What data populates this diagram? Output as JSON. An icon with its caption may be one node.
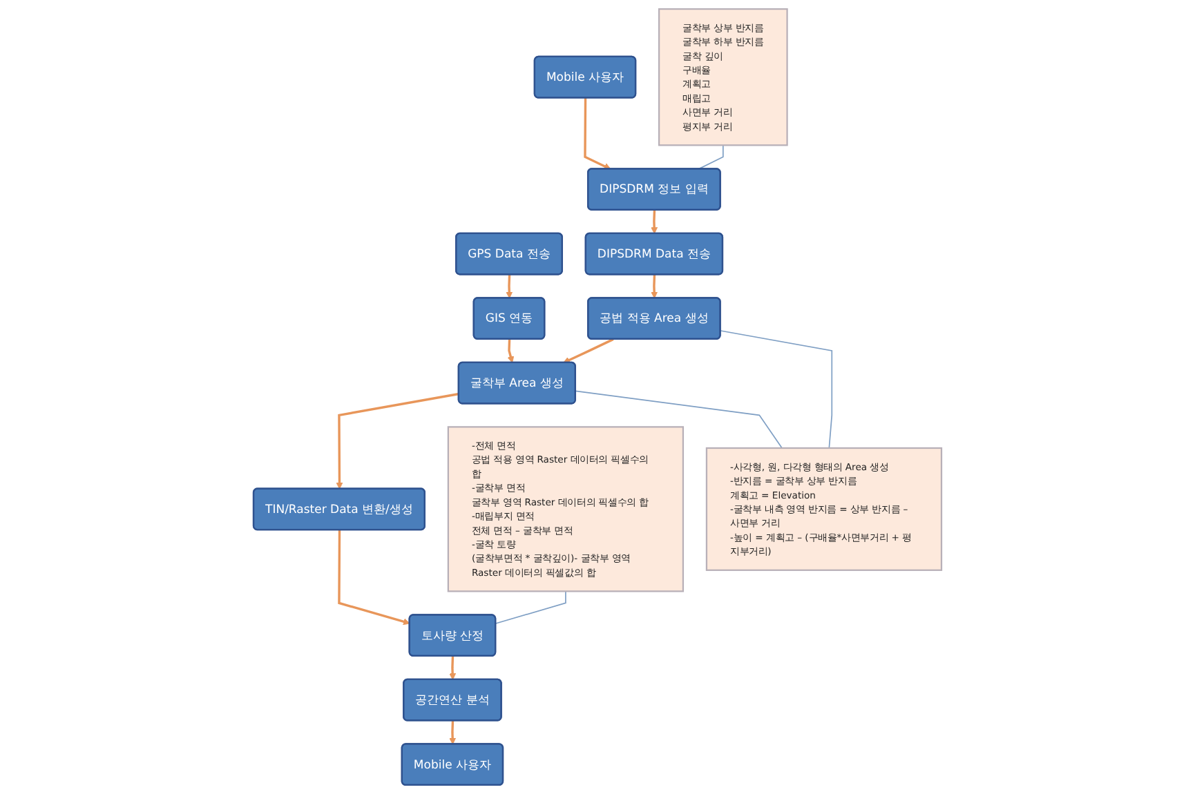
{
  "diagram": {
    "nodes": [
      {
        "text": [
          "굴착부 상부 반지름",
          "굴착부 하부 반지름",
          "굴착 깊이",
          "구배율",
          "계획고",
          "매립고",
          "사면부 거리",
          "평지부 거리"
        ]
      },
      {
        "text": [
          "DIPSDRM 정보 입력"
        ]
      },
      {
        "text": [
          "Mobile 사용자"
        ]
      },
      {
        "text": [
          "GPS Data 전송"
        ]
      },
      {
        "text": [
          "DIPSDRM Data 전송"
        ]
      },
      {
        "text": [
          "공법 적용 Area 생성"
        ]
      },
      {
        "text": [
          "-사각형, 원, 다각형 형태의 Area 생성",
          "-반지름 = 굴착부 상부 반지름",
          "계획고 = Elevation",
          "-굴착부 내측 영역 반지름 = 상부 반지름 – 사면부 거리",
          "-높이 = 계획고 – (구배율*사면부거리 + 평지부거리)"
        ]
      },
      {
        "text": [
          "GIS 연동"
        ]
      },
      {
        "text": [
          "굴착부 Area 생성"
        ]
      },
      {
        "text": [
          "-전체 면적",
          "공법 적용 영역 Raster 데이터의 픽셀수의 합",
          "-굴착부 면적",
          "굴착부 영역 Raster 데이터의 픽셀수의 합",
          "-매립부지 면적",
          "전체 면적 – 굴착부 면적",
          "-굴착 토량",
          "(굴착부면적 * 굴착깊이)- 굴착부 영역 Raster 데이터의 픽셀값의 합"
        ]
      },
      {
        "text": [
          "TIN/Raster Data 변환/생성"
        ]
      },
      {
        "text": [
          "토사량 산정"
        ]
      },
      {
        "text": [
          "공간연산 분석"
        ]
      },
      {
        "text": [
          "Mobile 사용자"
        ]
      }
    ],
    "edges": [
      {
        "from": 0,
        "to": 1,
        "arrow": "none",
        "color": "#7f9fc4"
      },
      {
        "from": 2,
        "to": 1,
        "arrow": "to"
      },
      {
        "from": 1,
        "to": 4,
        "arrow": "to"
      },
      {
        "from": 3,
        "to": 7,
        "arrow": "to"
      },
      {
        "from": 4,
        "to": 5,
        "arrow": "to"
      },
      {
        "from": 5,
        "to": 6,
        "arrow": "none",
        "color": "#7f9fc4"
      },
      {
        "from": 8,
        "to": 6,
        "arrow": "none",
        "color": "#7f9fc4"
      },
      {
        "from": 7,
        "to": 8,
        "arrow": "to"
      },
      {
        "from": 5,
        "to": 8,
        "arrow": "to"
      },
      {
        "from": 8,
        "to": 10,
        "arrow": "to"
      },
      {
        "from": 10,
        "to": 11,
        "arrow": "to"
      },
      {
        "from": 9,
        "to": 11,
        "arrow": "none",
        "color": "#7f9fc4"
      },
      {
        "from": 11,
        "to": 12,
        "arrow": "to"
      },
      {
        "from": 12,
        "to": 13,
        "arrow": "to"
      }
    ]
  }
}
